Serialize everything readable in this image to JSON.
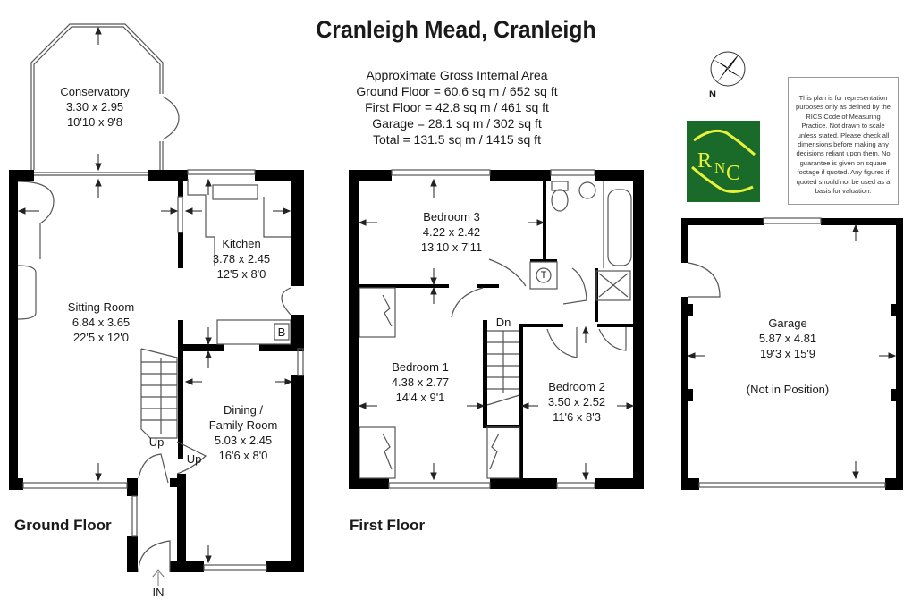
{
  "title": "Cranleigh Mead, Cranleigh",
  "area_summary": {
    "heading": "Approximate Gross Internal Area",
    "ground_floor": "Ground Floor = 60.6 sq m / 652 sq ft",
    "first_floor": "First Floor = 42.8 sq m / 461 sq ft",
    "garage": "Garage = 28.1 sq m / 302 sq ft",
    "total": "Total = 131.5 sq m / 1415 sq ft"
  },
  "compass": {
    "label": "N"
  },
  "logo": {
    "text_r": "R",
    "text_n": "N",
    "text_c": "C",
    "bg_color": "#1a6a2a",
    "fg_color": "#e8f23a"
  },
  "disclaimer": "This plan is for representation purposes only as defined by the RICS Code of Measuring Practice. Not drawn to scale unless stated. Please check all dimensions before making any decisions reliant upon them. No guarantee is given on square footage if quoted. Any figures if quoted should not be used as a basis for valuation.",
  "ground_floor": {
    "label": "Ground Floor",
    "rooms": [
      {
        "name": "Conservatory",
        "metric": "3.30 x 2.95",
        "imperial": "10'10 x 9'8"
      },
      {
        "name": "Sitting Room",
        "metric": "6.84 x 3.65",
        "imperial": "22'5 x 12'0"
      },
      {
        "name": "Kitchen",
        "metric": "3.78 x 2.45",
        "imperial": "12'5 x 8'0"
      },
      {
        "name": "Dining /",
        "name2": "Family Room",
        "metric": "5.03 x 2.45",
        "imperial": "16'6 x 8'0"
      }
    ],
    "markers": {
      "boiler": "B",
      "stairs_up": "Up",
      "cupboard_up": "Up",
      "entrance": "IN"
    }
  },
  "first_floor": {
    "label": "First Floor",
    "rooms": [
      {
        "name": "Bedroom 3",
        "metric": "4.22 x 2.42",
        "imperial": "13'10 x 7'11"
      },
      {
        "name": "Bedroom 1",
        "metric": "4.38 x 2.77",
        "imperial": "14'4 x 9'1"
      },
      {
        "name": "Bedroom 2",
        "metric": "3.50 x 2.52",
        "imperial": "11'6 x 8'3"
      }
    ],
    "markers": {
      "tank": "T",
      "stairs_down": "Dn"
    }
  },
  "garage": {
    "name": "Garage",
    "metric": "5.87 x 4.81",
    "imperial": "19'3 x 15'9",
    "note": "(Not in Position)"
  }
}
